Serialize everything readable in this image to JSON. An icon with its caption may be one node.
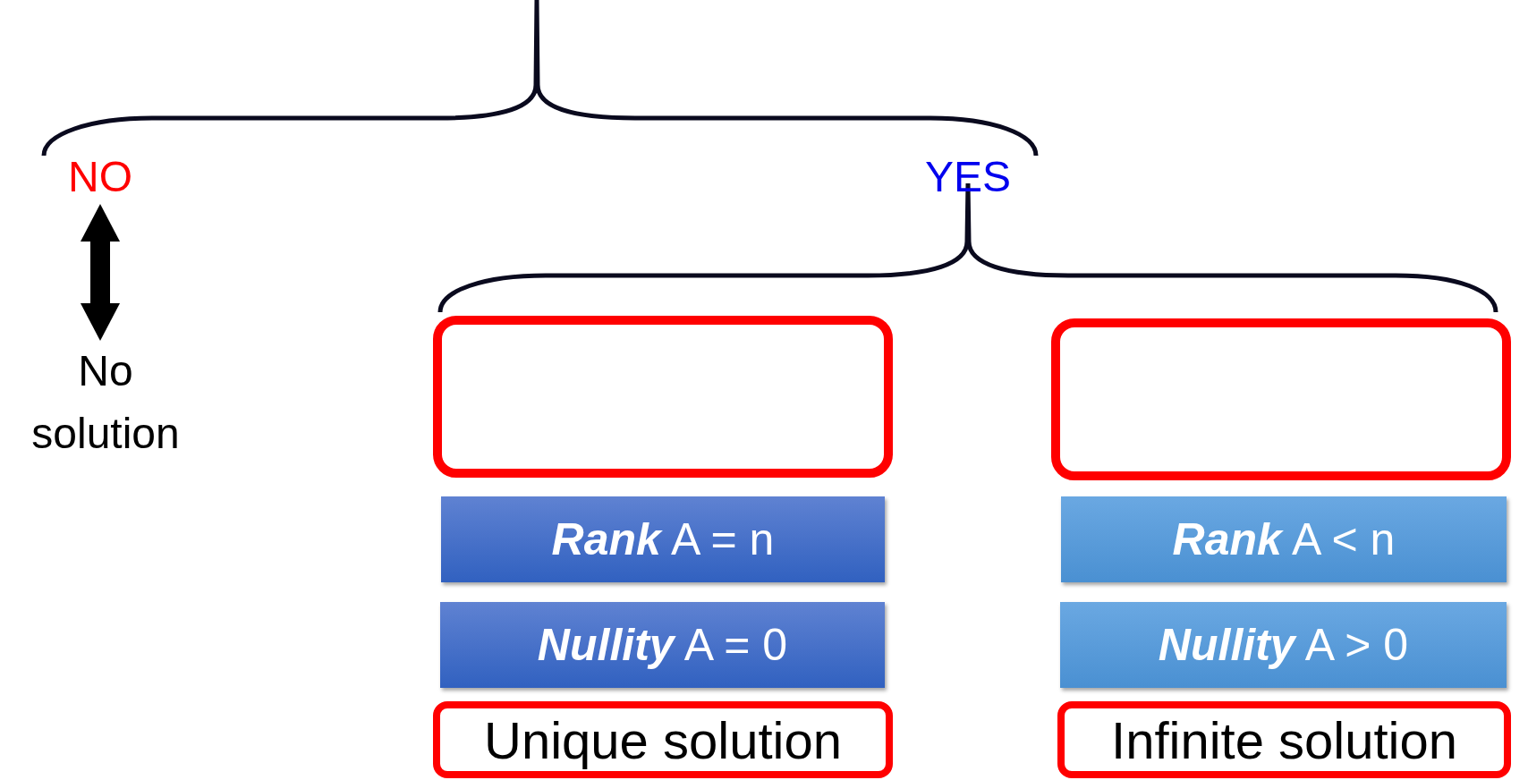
{
  "diagram": {
    "nodes": [
      {
        "text": [
          "NO"
        ]
      },
      {
        "text": [
          "YES"
        ]
      },
      {
        "text": [
          "No solution"
        ]
      },
      {
        "text": [],
        "shape": "box"
      },
      {
        "text": [],
        "shape": "box"
      },
      {
        "text": [
          "**Rank** A = n"
        ]
      },
      {
        "text": [
          "**Rank** A < n"
        ]
      },
      {
        "text": [
          "**Nullity** A = 0"
        ]
      },
      {
        "text": [
          "**Nullity** A > 0"
        ]
      },
      {
        "text": [
          "Unique solution"
        ]
      },
      {
        "text": [
          "Infinite solution"
        ]
      }
    ],
    "edges": [
      {
        "from": 0,
        "to": 2,
        "arrow": "both"
      }
    ]
  }
}
